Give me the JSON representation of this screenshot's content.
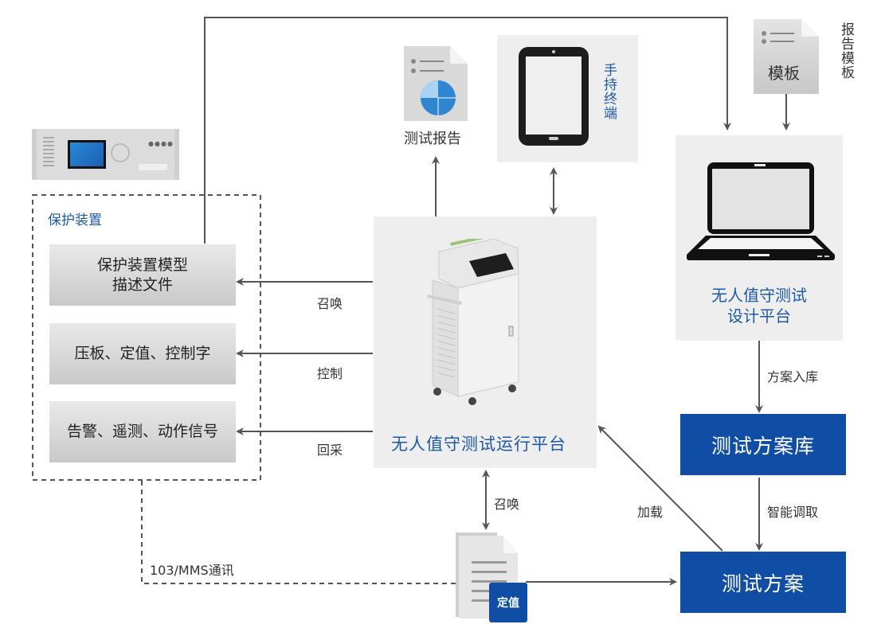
{
  "protection_device": {
    "group_title": "保护装置",
    "boxes": [
      {
        "line1": "保护装置模型",
        "line2": "描述文件"
      },
      {
        "line1": "压板、定值、控制字",
        "line2": ""
      },
      {
        "line1": "告警、遥测、动作信号",
        "line2": ""
      }
    ],
    "arrow_labels": [
      "召唤",
      "控制",
      "回采"
    ]
  },
  "test_report": {
    "label": "测试报告"
  },
  "handheld": {
    "label": "手持终端"
  },
  "report_template": {
    "doc_label": "模板",
    "side_label": "报告模板"
  },
  "run_platform": {
    "label": "无人值守测试运行平台"
  },
  "design_platform": {
    "line1": "无人值守测试",
    "line2": "设计平台"
  },
  "flow_labels": {
    "to_library": "方案入库",
    "smart_fetch": "智能调取",
    "load": "加载",
    "recall": "召唤",
    "comm": "103/MMS通讯"
  },
  "setting_doc": {
    "badge": "定值"
  },
  "library_box": {
    "label": "测试方案库"
  },
  "plan_box": {
    "label": "测试方案"
  },
  "colors": {
    "accent_blue": "#0f4ea4",
    "text_blue": "#1d5aa6",
    "arrow_gray": "#555555",
    "panel_gray": "#eeeeee"
  }
}
